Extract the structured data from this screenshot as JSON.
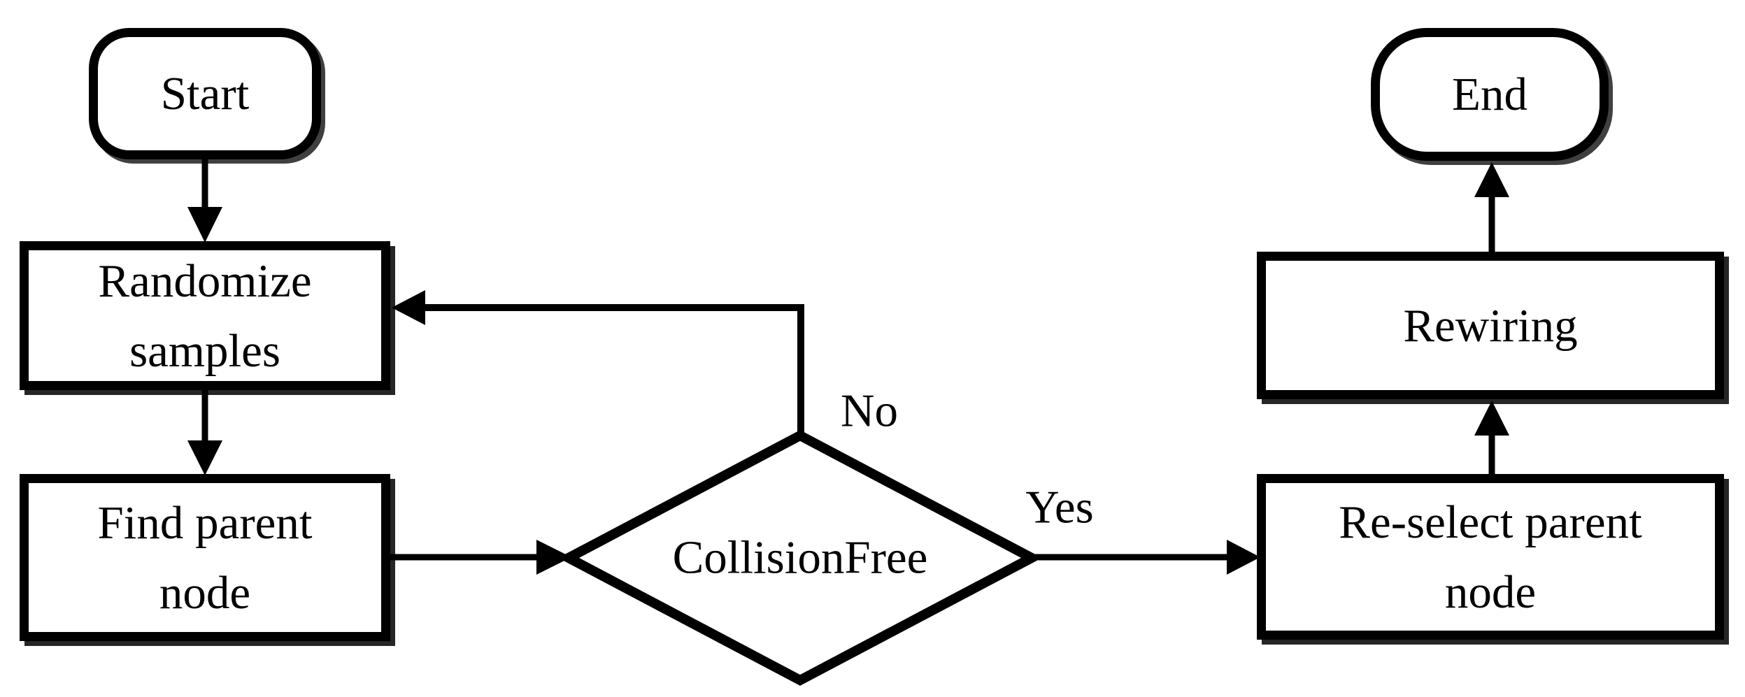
{
  "flowchart": {
    "background_color": "#ffffff",
    "stroke_color": "#000000",
    "text_color": "#000000",
    "nodes": [
      {
        "id": "start",
        "shape": "terminator",
        "lines": [
          "Start"
        ]
      },
      {
        "id": "randomize-samples",
        "shape": "process",
        "lines": [
          "Randomize",
          "samples"
        ]
      },
      {
        "id": "find-parent-node",
        "shape": "process",
        "lines": [
          "Find parent",
          "node"
        ]
      },
      {
        "id": "collision-free",
        "shape": "decision",
        "lines": [
          "CollisionFree"
        ]
      },
      {
        "id": "re-select-parent-node",
        "shape": "process",
        "lines": [
          "Re-select parent",
          "node"
        ]
      },
      {
        "id": "rewiring",
        "shape": "process",
        "lines": [
          "Rewiring"
        ]
      },
      {
        "id": "end",
        "shape": "terminator",
        "lines": [
          "End"
        ]
      }
    ],
    "edges": [
      {
        "from": "start",
        "to": "randomize-samples",
        "label": ""
      },
      {
        "from": "randomize-samples",
        "to": "find-parent-node",
        "label": ""
      },
      {
        "from": "find-parent-node",
        "to": "collision-free",
        "label": ""
      },
      {
        "from": "collision-free",
        "to": "randomize-samples",
        "label": "No"
      },
      {
        "from": "collision-free",
        "to": "re-select-parent-node",
        "label": "Yes"
      },
      {
        "from": "re-select-parent-node",
        "to": "rewiring",
        "label": ""
      },
      {
        "from": "rewiring",
        "to": "end",
        "label": ""
      }
    ]
  }
}
